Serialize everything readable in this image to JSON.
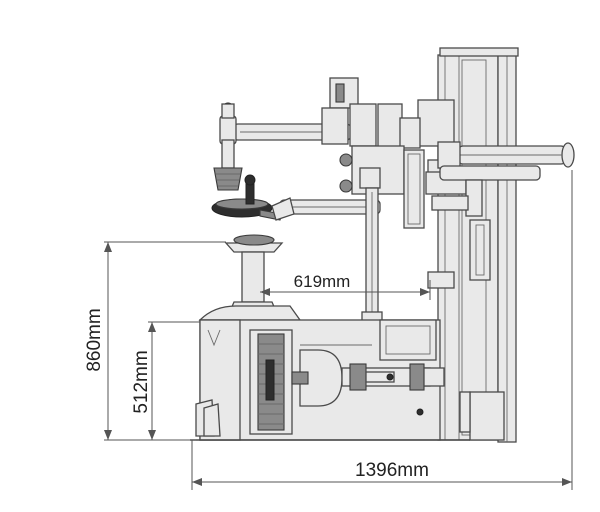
{
  "dimensions": {
    "arm_reach": "619mm",
    "total_height": "860mm",
    "cabinet_height": "512mm",
    "total_width": "1396mm"
  }
}
